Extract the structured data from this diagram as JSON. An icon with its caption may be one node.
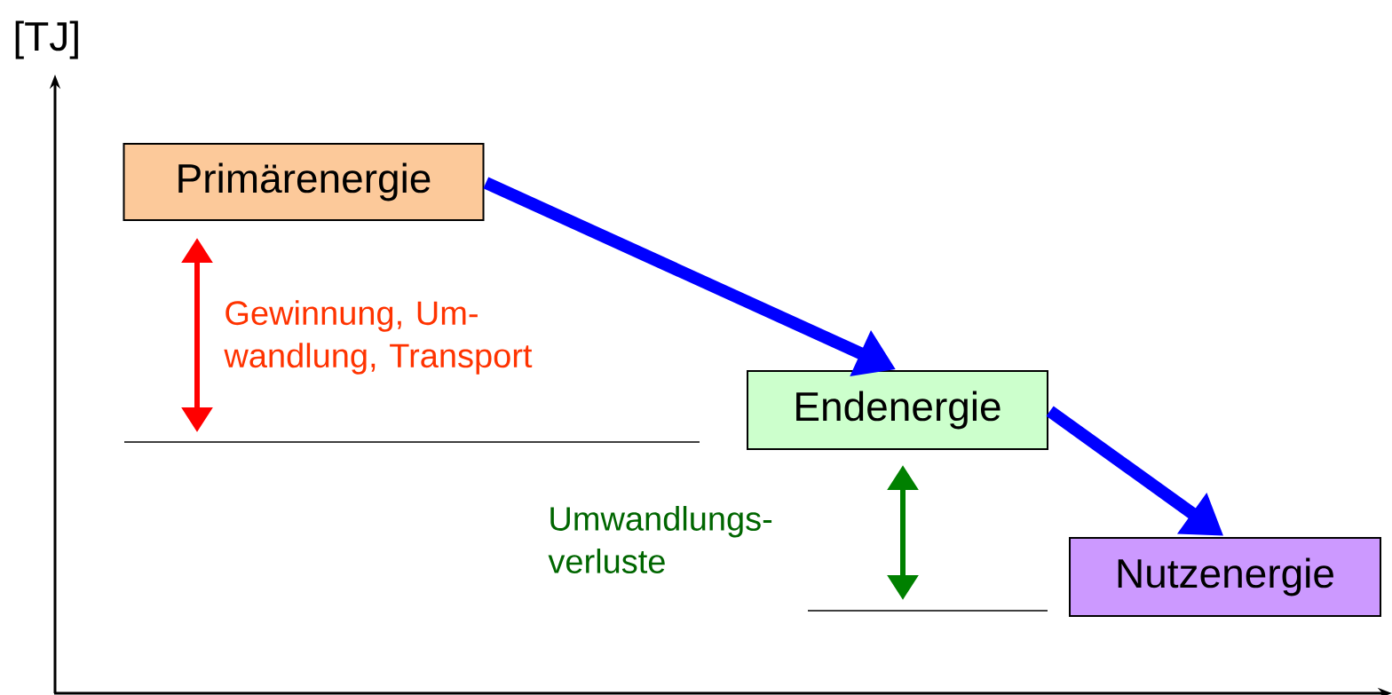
{
  "diagram": {
    "nodes": [
      {
        "text": [
          "Primärenergie"
        ]
      },
      {
        "text": [
          "Endenergie"
        ]
      },
      {
        "text": [
          "Nutzenergie"
        ]
      }
    ],
    "edges": [
      {
        "from": 0,
        "to": 1,
        "arrow": "to"
      },
      {
        "from": 1,
        "to": 2,
        "arrow": "to"
      }
    ],
    "labels": [
      "[TJ]",
      "Gewinnung, Um-wandlung, Transport",
      "Umwandlungs-verluste"
    ]
  }
}
